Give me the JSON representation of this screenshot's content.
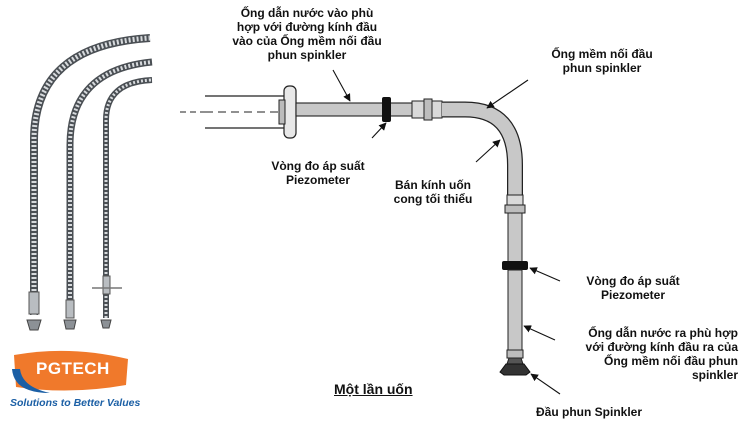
{
  "labels": {
    "inlet_pipe": [
      "Ống dẫn nước vào phù",
      "hợp với đường kính đầu",
      "vào của Ống mềm nối đầu",
      "phun spinkler"
    ],
    "flex_hose": [
      "Ống mềm nối đầu",
      "phun spinkler"
    ],
    "piezometer_top": [
      "Vòng đo áp suất",
      "Piezometer"
    ],
    "bend_radius": [
      "Bán kính uốn",
      "cong tối thiểu"
    ],
    "piezometer_bottom": [
      "Vòng đo áp suất",
      "Piezometer"
    ],
    "outlet_pipe": [
      "Ống dẫn nước ra phù hợp",
      "với đường kính đầu ra của",
      "Ống mềm nối đầu phun",
      "spinkler"
    ],
    "sprinkler_head": [
      "Đầu phun Spinkler"
    ]
  },
  "title": "Một lần uốn",
  "logo": {
    "name": "PGTECH",
    "tagline": "Solutions to Better Values"
  },
  "colors": {
    "pipe_fill": "#c8c8c8",
    "pipe_stroke": "#222222",
    "hose_metal": "#9aa0a6",
    "logo_orange": "#f0792b",
    "logo_blue": "#1b5fa5"
  }
}
